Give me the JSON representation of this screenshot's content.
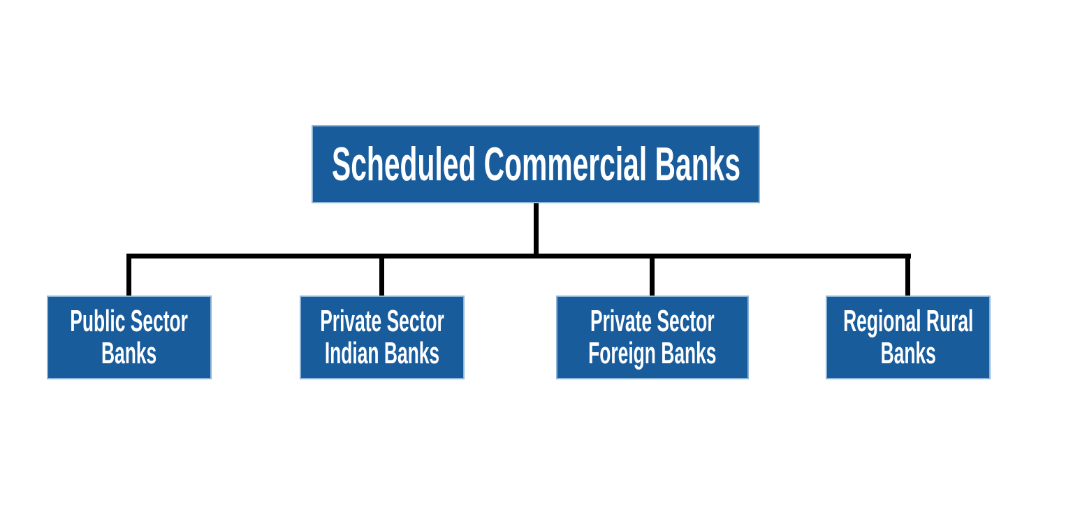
{
  "diagram": {
    "type": "org-chart",
    "title": "Scheduled Commercial Banks",
    "root": {
      "id": "scheduled-commercial-banks",
      "label": "Scheduled Commercial Banks",
      "lines": [
        "Scheduled Commercial Banks"
      ]
    },
    "children": [
      {
        "id": "public-sector-banks",
        "label": "Public Sector Banks",
        "lines": [
          "Public Sector",
          "Banks"
        ]
      },
      {
        "id": "private-sector-indian-banks",
        "label": "Private Sector Indian Banks",
        "lines": [
          "Private Sector",
          "Indian Banks"
        ]
      },
      {
        "id": "private-sector-foreign-banks",
        "label": "Private Sector Foreign Banks",
        "lines": [
          "Private Sector",
          "Foreign Banks"
        ]
      },
      {
        "id": "regional-rural-banks",
        "label": "Regional Rural Banks",
        "lines": [
          "Regional Rural",
          "Banks"
        ]
      }
    ],
    "colors": {
      "box_fill": "#185c9c",
      "box_border": "#8fb6d8",
      "text": "#ffffff",
      "connector": "#000000",
      "background": "#ffffff"
    }
  }
}
